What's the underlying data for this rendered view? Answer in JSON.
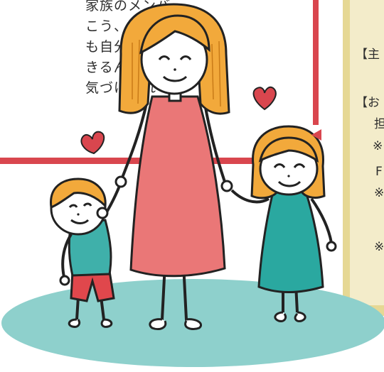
{
  "story": {
    "lines": [
      "家族のメンバー",
      "こう、問題が",
      "も自分たちで",
      "きるんだと、",
      "気づけられ"
    ]
  },
  "side_panel": {
    "label_1": "【主",
    "label_2": "【お",
    "frag_1": "担",
    "frag_2": "※",
    "frag_3": "F",
    "frag_4": "※",
    "frag_5": "※"
  },
  "colors": {
    "frame_red": "#d9464e",
    "ground": "#8ed0cc",
    "hair": "#f2a93b",
    "mom_dress": "#ea7777",
    "girl_dress": "#2aa8a0",
    "boy_shirt": "#3fb0aa",
    "boy_shorts": "#e0474c",
    "heart": "#d9464e",
    "panel_bg": "#f3ecca"
  }
}
